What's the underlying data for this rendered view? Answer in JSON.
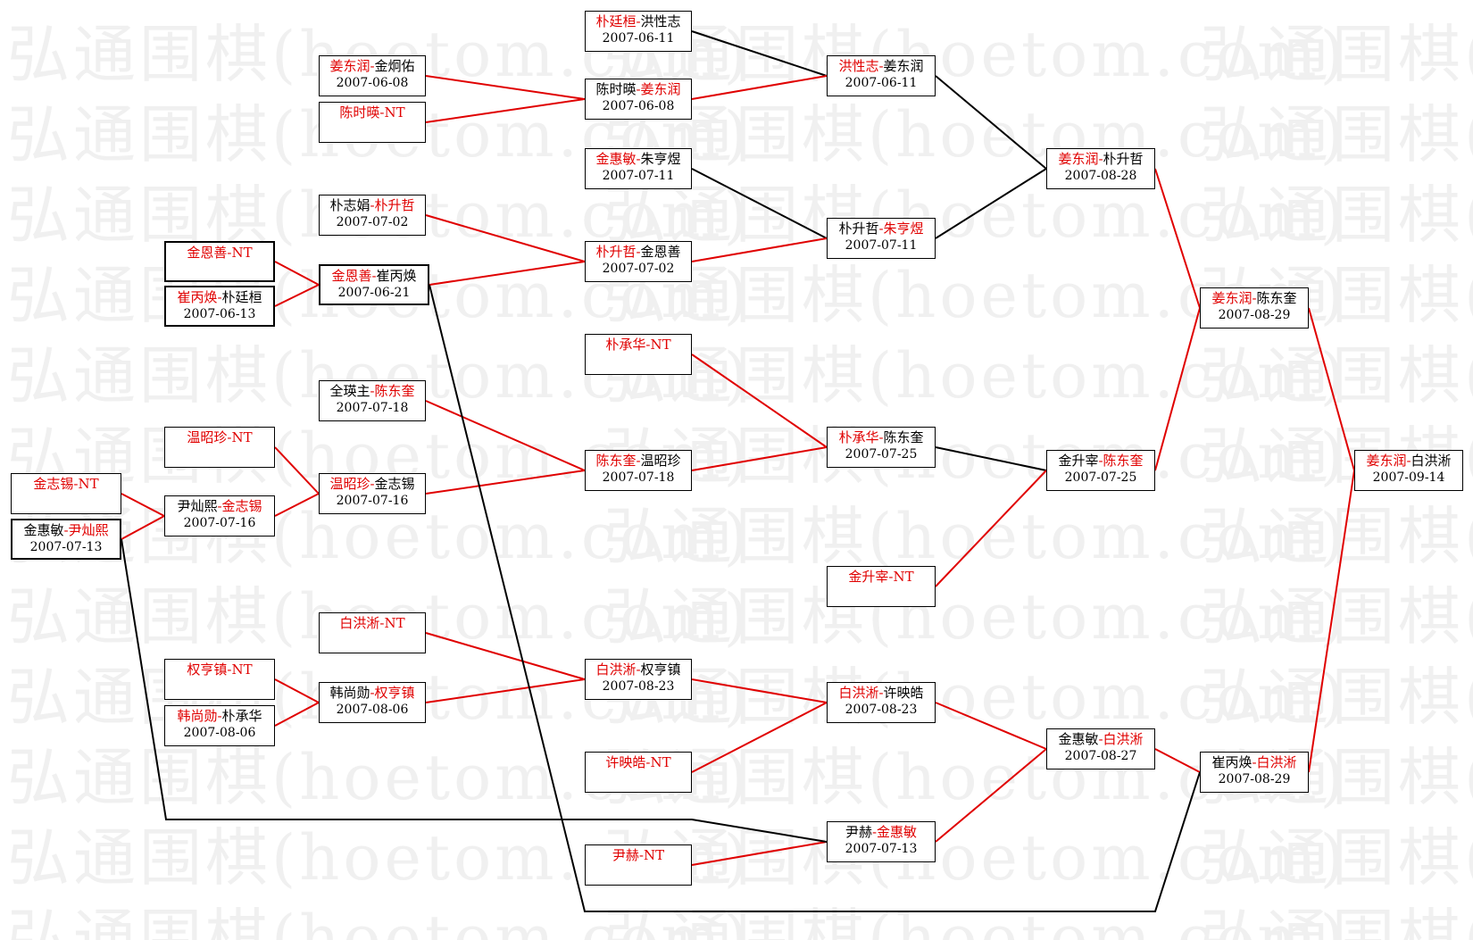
{
  "watermark": "弘通围棋(hoetom.com)",
  "nodes": [
    {
      "id": "n1",
      "p1": "姜东润",
      "p2": "金炯佑",
      "winner": 1,
      "date": "2007-06-08"
    },
    {
      "id": "n2",
      "p1": "陈时暎",
      "p2": "NT",
      "winner": 1,
      "date": ""
    },
    {
      "id": "n3",
      "p1": "朴志娟",
      "p2": "朴升哲",
      "winner": 2,
      "date": "2007-07-02"
    },
    {
      "id": "n4",
      "p1": "金恩善",
      "p2": "NT",
      "winner": 1,
      "date": ""
    },
    {
      "id": "n5",
      "p1": "崔丙焕",
      "p2": "朴廷桓",
      "winner": 1,
      "date": "2007-06-13"
    },
    {
      "id": "n6",
      "p1": "金恩善",
      "p2": "崔丙焕",
      "winner": 1,
      "date": "2007-06-21"
    },
    {
      "id": "n7",
      "p1": "全瑛主",
      "p2": "陈东奎",
      "winner": 2,
      "date": "2007-07-18"
    },
    {
      "id": "n8",
      "p1": "温昭珍",
      "p2": "NT",
      "winner": 1,
      "date": ""
    },
    {
      "id": "n9",
      "p1": "温昭珍",
      "p2": "金志锡",
      "winner": 1,
      "date": "2007-07-16"
    },
    {
      "id": "n10",
      "p1": "金志锡",
      "p2": "NT",
      "winner": 1,
      "date": ""
    },
    {
      "id": "n11",
      "p1": "尹灿熙",
      "p2": "金志锡",
      "winner": 2,
      "date": "2007-07-16"
    },
    {
      "id": "n12",
      "p1": "金惠敏",
      "p2": "尹灿熙",
      "winner": 2,
      "date": "2007-07-13"
    },
    {
      "id": "n13",
      "p1": "白洪淅",
      "p2": "NT",
      "winner": 1,
      "date": ""
    },
    {
      "id": "n14",
      "p1": "权亨镇",
      "p2": "NT",
      "winner": 1,
      "date": ""
    },
    {
      "id": "n15",
      "p1": "韩尚勋",
      "p2": "权亨镇",
      "winner": 2,
      "date": "2007-08-06"
    },
    {
      "id": "n16",
      "p1": "韩尚勋",
      "p2": "朴承华",
      "winner": 1,
      "date": "2007-08-06"
    },
    {
      "id": "n17",
      "p1": "朴廷桓",
      "p2": "洪性志",
      "winner": 1,
      "date": "2007-06-11"
    },
    {
      "id": "n18",
      "p1": "陈时暎",
      "p2": "姜东润",
      "winner": 2,
      "date": "2007-06-08"
    },
    {
      "id": "n19",
      "p1": "金惠敏",
      "p2": "朱亨煜",
      "winner": 1,
      "date": "2007-07-11"
    },
    {
      "id": "n20",
      "p1": "朴升哲",
      "p2": "金恩善",
      "winner": 1,
      "date": "2007-07-02"
    },
    {
      "id": "n21",
      "p1": "朴承华",
      "p2": "NT",
      "winner": 1,
      "date": ""
    },
    {
      "id": "n22",
      "p1": "陈东奎",
      "p2": "温昭珍",
      "winner": 1,
      "date": "2007-07-18"
    },
    {
      "id": "n23",
      "p1": "白洪淅",
      "p2": "权亨镇",
      "winner": 1,
      "date": "2007-08-23"
    },
    {
      "id": "n24",
      "p1": "许映皓",
      "p2": "NT",
      "winner": 1,
      "date": ""
    },
    {
      "id": "n25",
      "p1": "尹赫",
      "p2": "NT",
      "winner": 1,
      "date": ""
    },
    {
      "id": "n26",
      "p1": "洪性志",
      "p2": "姜东润",
      "winner": 1,
      "date": "2007-06-11"
    },
    {
      "id": "n27",
      "p1": "朴升哲",
      "p2": "朱亨煜",
      "winner": 2,
      "date": "2007-07-11"
    },
    {
      "id": "n28",
      "p1": "朴承华",
      "p2": "陈东奎",
      "winner": 1,
      "date": "2007-07-25"
    },
    {
      "id": "n29",
      "p1": "金升宰",
      "p2": "NT",
      "winner": 1,
      "date": ""
    },
    {
      "id": "n30",
      "p1": "白洪淅",
      "p2": "许映皓",
      "winner": 1,
      "date": "2007-08-23"
    },
    {
      "id": "n31",
      "p1": "尹赫",
      "p2": "金惠敏",
      "winner": 2,
      "date": "2007-07-13"
    },
    {
      "id": "n32",
      "p1": "姜东润",
      "p2": "朴升哲",
      "winner": 1,
      "date": "2007-08-28"
    },
    {
      "id": "n33",
      "p1": "金升宰",
      "p2": "陈东奎",
      "winner": 2,
      "date": "2007-07-25"
    },
    {
      "id": "n34",
      "p1": "金惠敏",
      "p2": "白洪淅",
      "winner": 2,
      "date": "2007-08-27"
    },
    {
      "id": "n35",
      "p1": "姜东润",
      "p2": "陈东奎",
      "winner": 1,
      "date": "2007-08-29"
    },
    {
      "id": "n36",
      "p1": "崔丙焕",
      "p2": "白洪淅",
      "winner": 2,
      "date": "2007-08-29"
    },
    {
      "id": "n37",
      "p1": "姜东润",
      "p2": "白洪淅",
      "winner": 1,
      "date": "2007-09-14"
    }
  ]
}
